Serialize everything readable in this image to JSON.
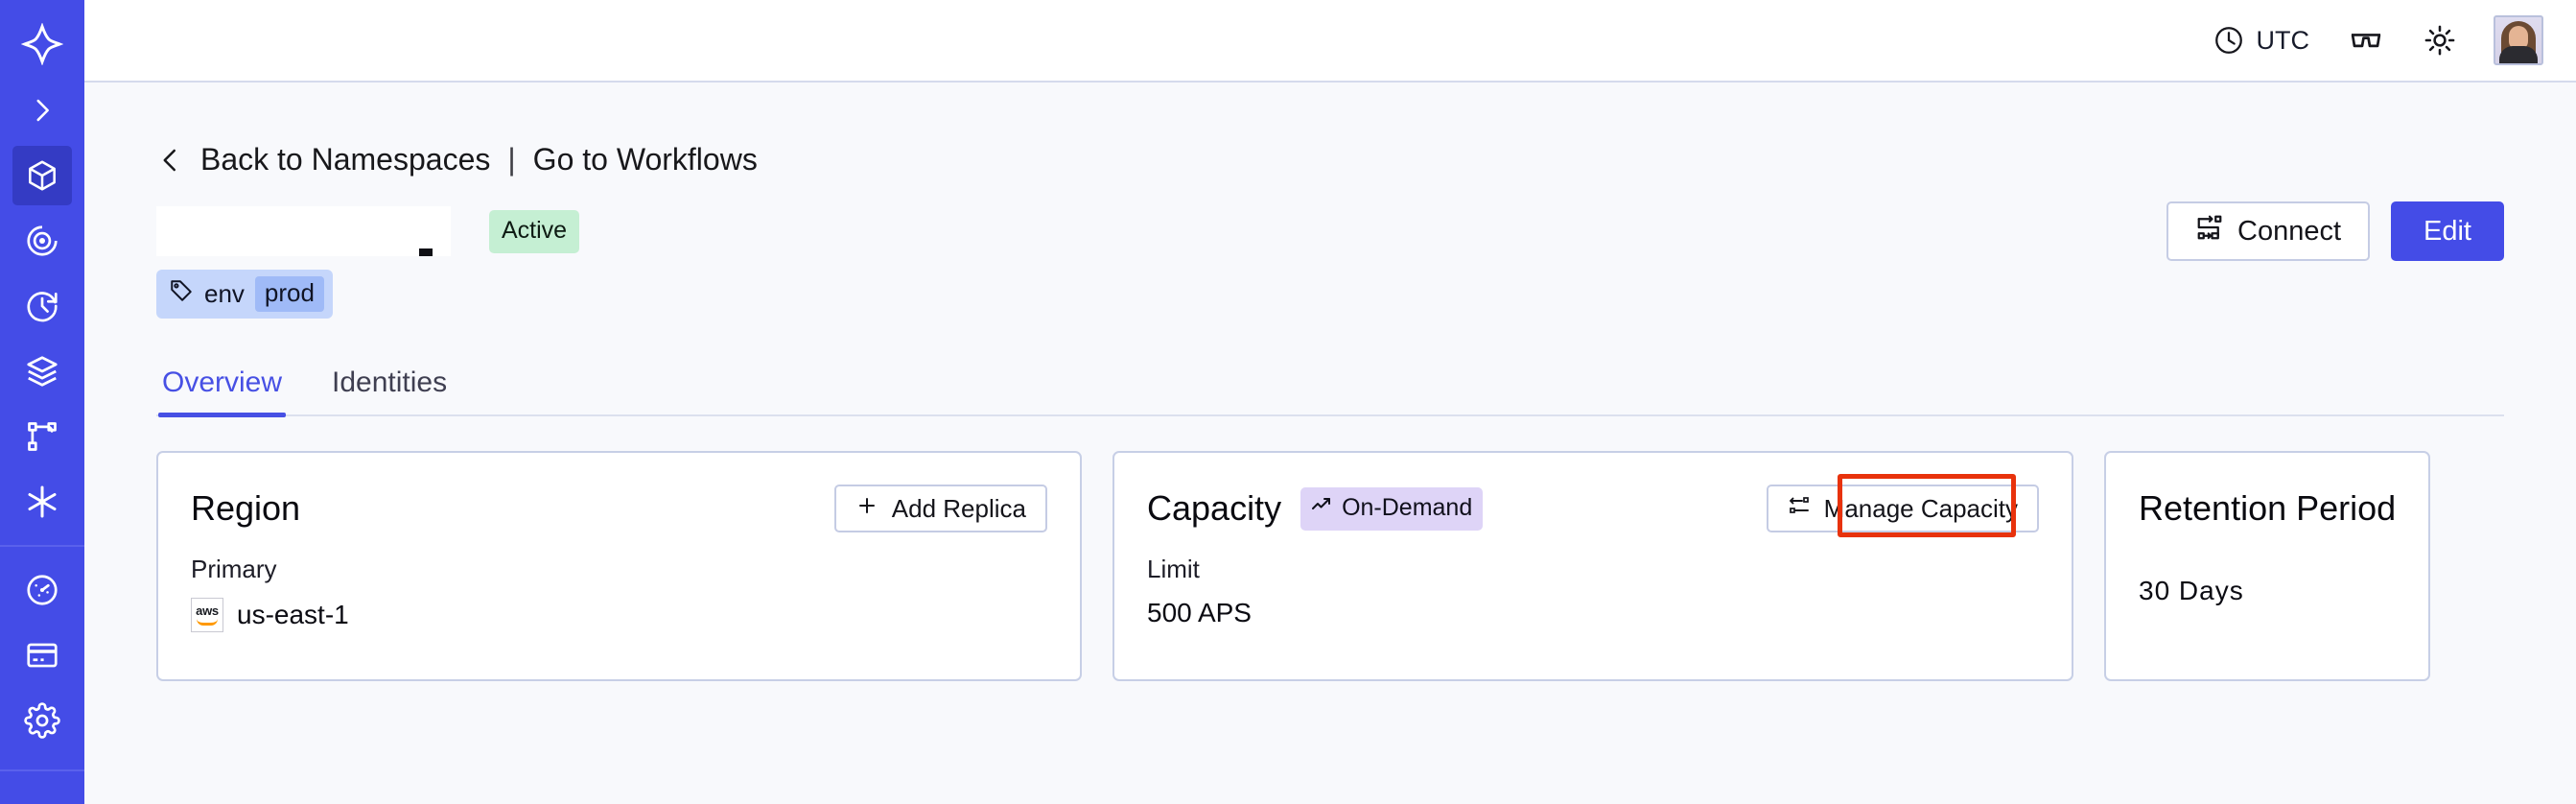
{
  "sidebar": {
    "logo_icon": "temporal-logo-icon",
    "items": [
      {
        "icon": "chevron-right-icon",
        "name": "expand-sidebar",
        "active": false
      },
      {
        "icon": "cube-icon",
        "name": "namespaces",
        "active": true
      },
      {
        "icon": "eye-target-icon",
        "name": "observability",
        "active": false
      },
      {
        "icon": "clock-history-icon",
        "name": "schedules",
        "active": false
      },
      {
        "icon": "layers-icon",
        "name": "stacks",
        "active": false
      },
      {
        "icon": "workflow-branch-icon",
        "name": "workflows",
        "active": false
      },
      {
        "icon": "asterisk-icon",
        "name": "integrations",
        "active": false
      },
      {
        "icon": "gauge-icon",
        "name": "usage",
        "active": false
      },
      {
        "icon": "credit-card-icon",
        "name": "billing",
        "active": false
      },
      {
        "icon": "gear-icon",
        "name": "settings",
        "active": false
      }
    ]
  },
  "topbar": {
    "timezone_label": "UTC",
    "timezone_icon": "clock-icon",
    "reading_icon": "glasses-icon",
    "theme_icon": "sun-icon",
    "avatar_name": "user-avatar"
  },
  "breadcrumb": {
    "back_icon": "chevron-left-icon",
    "back_label": "Back to Namespaces",
    "separator": "|",
    "forward_label": "Go to Workflows"
  },
  "header": {
    "namespace_title": "",
    "status_badge": "Active",
    "connect_label": "Connect",
    "connect_icon": "connect-flow-icon",
    "edit_label": "Edit",
    "tag": {
      "icon": "tag-icon",
      "key": "env",
      "value": "prod"
    }
  },
  "tabs": [
    {
      "label": "Overview",
      "active": true
    },
    {
      "label": "Identities",
      "active": false
    }
  ],
  "cards": {
    "region": {
      "title": "Region",
      "action_label": "Add Replica",
      "action_icon": "plus-icon",
      "sub_label": "Primary",
      "provider_icon": "aws-logo",
      "provider_text": "aws",
      "value": "us-east-1"
    },
    "capacity": {
      "title": "Capacity",
      "badge_label": "On-Demand",
      "badge_icon": "trending-up-icon",
      "action_label": "Manage Capacity",
      "action_icon": "sliders-icon",
      "sub_label": "Limit",
      "value": "500 APS",
      "highlighted": true
    },
    "retention": {
      "title": "Retention Period",
      "value": "30 Days"
    }
  },
  "colors": {
    "brand_indigo": "#444CE7",
    "sidebar_active": "#343BC4",
    "page_bg": "#F8F9FC",
    "card_border": "#C7CFE6",
    "badge_active_bg": "#C5EFD3",
    "badge_ondemand_bg": "#DED4F7",
    "tag_bg": "#C5D6FB",
    "tag_value_bg": "#9FBAF7",
    "annotation_red": "#E8320C"
  }
}
